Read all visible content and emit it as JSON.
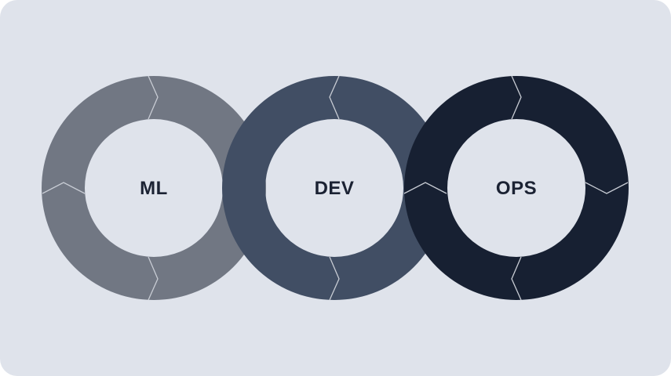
{
  "diagram": {
    "rings": [
      {
        "label": "ML",
        "color": "#717783"
      },
      {
        "label": "DEV",
        "color": "#414e64"
      },
      {
        "label": "OPS",
        "color": "#172032"
      }
    ],
    "background_color": "#dfe3eb",
    "separator_color": "#c8ccd4"
  }
}
